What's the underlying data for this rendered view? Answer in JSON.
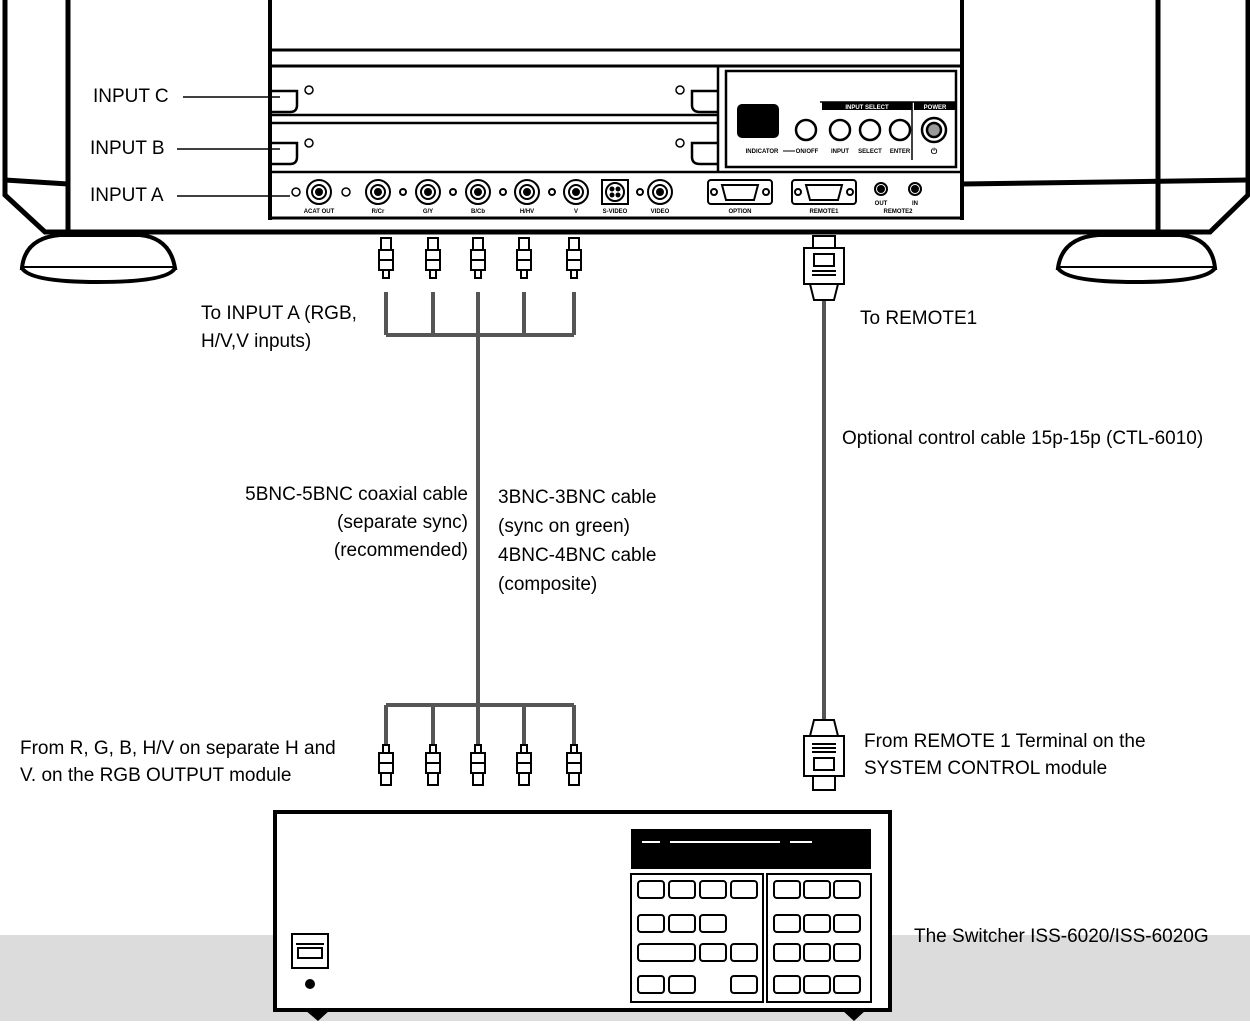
{
  "input_labels": {
    "c": "INPUT C",
    "b": "INPUT B",
    "a": "INPUT A"
  },
  "panel_labels": {
    "acat_out": "ACAT OUT",
    "r_cr": "R/Cr",
    "g_y": "G/Y",
    "b_cb": "B/Cb",
    "h_hv": "H/HV",
    "v": "V",
    "s_video": "S-VIDEO",
    "video": "VIDEO",
    "option": "OPTION",
    "remote1": "REMOTE1",
    "out": "OUT",
    "in": "IN",
    "remote2": "REMOTE2",
    "input_select": "INPUT SELECT",
    "power": "POWER",
    "indicator": "INDICATOR",
    "on_off": "ON/OFF",
    "input": "INPUT",
    "select": "SELECT",
    "enter": "ENTER"
  },
  "callouts": {
    "to_input_a_1": "To INPUT A (RGB,",
    "to_input_a_2": "H/V,V inputs)",
    "to_remote1": "To REMOTE1",
    "optional_cable": "Optional control cable 15p-15p (CTL-6010)",
    "cable_5bnc_1": "5BNC-5BNC coaxial cable",
    "cable_5bnc_2": "(separate sync)",
    "cable_5bnc_3": "(recommended)",
    "cable_3bnc_1": "3BNC-3BNC cable",
    "cable_3bnc_2": "(sync on green)",
    "cable_4bnc_1": "4BNC-4BNC cable",
    "cable_4bnc_2": "(composite)",
    "from_rgb_1": "From R, G, B, H/V on separate H and",
    "from_rgb_2": "V. on the RGB OUTPUT module",
    "from_remote_1": "From REMOTE 1 Terminal on the",
    "from_remote_2": "SYSTEM CONTROL module",
    "switcher": "The Switcher ISS-6020/ISS-6020G"
  }
}
